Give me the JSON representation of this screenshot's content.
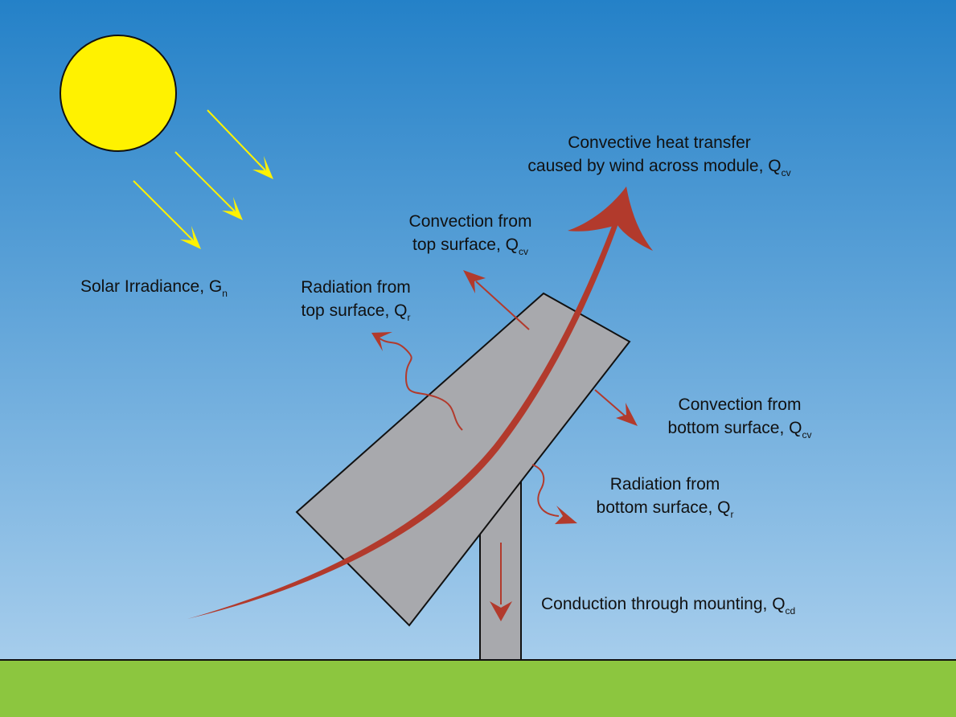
{
  "colors": {
    "sky_top": "#2481c8",
    "sky_bottom": "#a6cdec",
    "ground": "#8cc63f",
    "sun": "#fff200",
    "irradiance_arrow": "#fff200",
    "heat_arrow": "#b23a2c",
    "panel": "#a8a9ad",
    "mount": "#a8a9ad"
  },
  "labels": {
    "solar": {
      "text": "Solar Irradiance, G",
      "sub": "n"
    },
    "wind": {
      "line1": "Convective heat transfer",
      "line2": "caused by wind across module, Q",
      "sub": "cv"
    },
    "conv_top": {
      "line1": "Convection from",
      "line2": "top surface, Q",
      "sub": "cv"
    },
    "rad_top": {
      "line1": "Radiation from",
      "line2": "top surface, Q",
      "sub": "r"
    },
    "conv_bottom": {
      "line1": "Convection from",
      "line2": "bottom surface, Q",
      "sub": "cv"
    },
    "rad_bottom": {
      "line1": "Radiation from",
      "line2": "bottom surface, Q",
      "sub": "r"
    },
    "conduction": {
      "text": "Conduction through mounting, Q",
      "sub": "cd"
    }
  },
  "icons": [
    "sun-icon",
    "irradiance-arrow-icon",
    "solar-panel-icon",
    "mounting-post-icon",
    "heat-flow-arrow-icon"
  ]
}
